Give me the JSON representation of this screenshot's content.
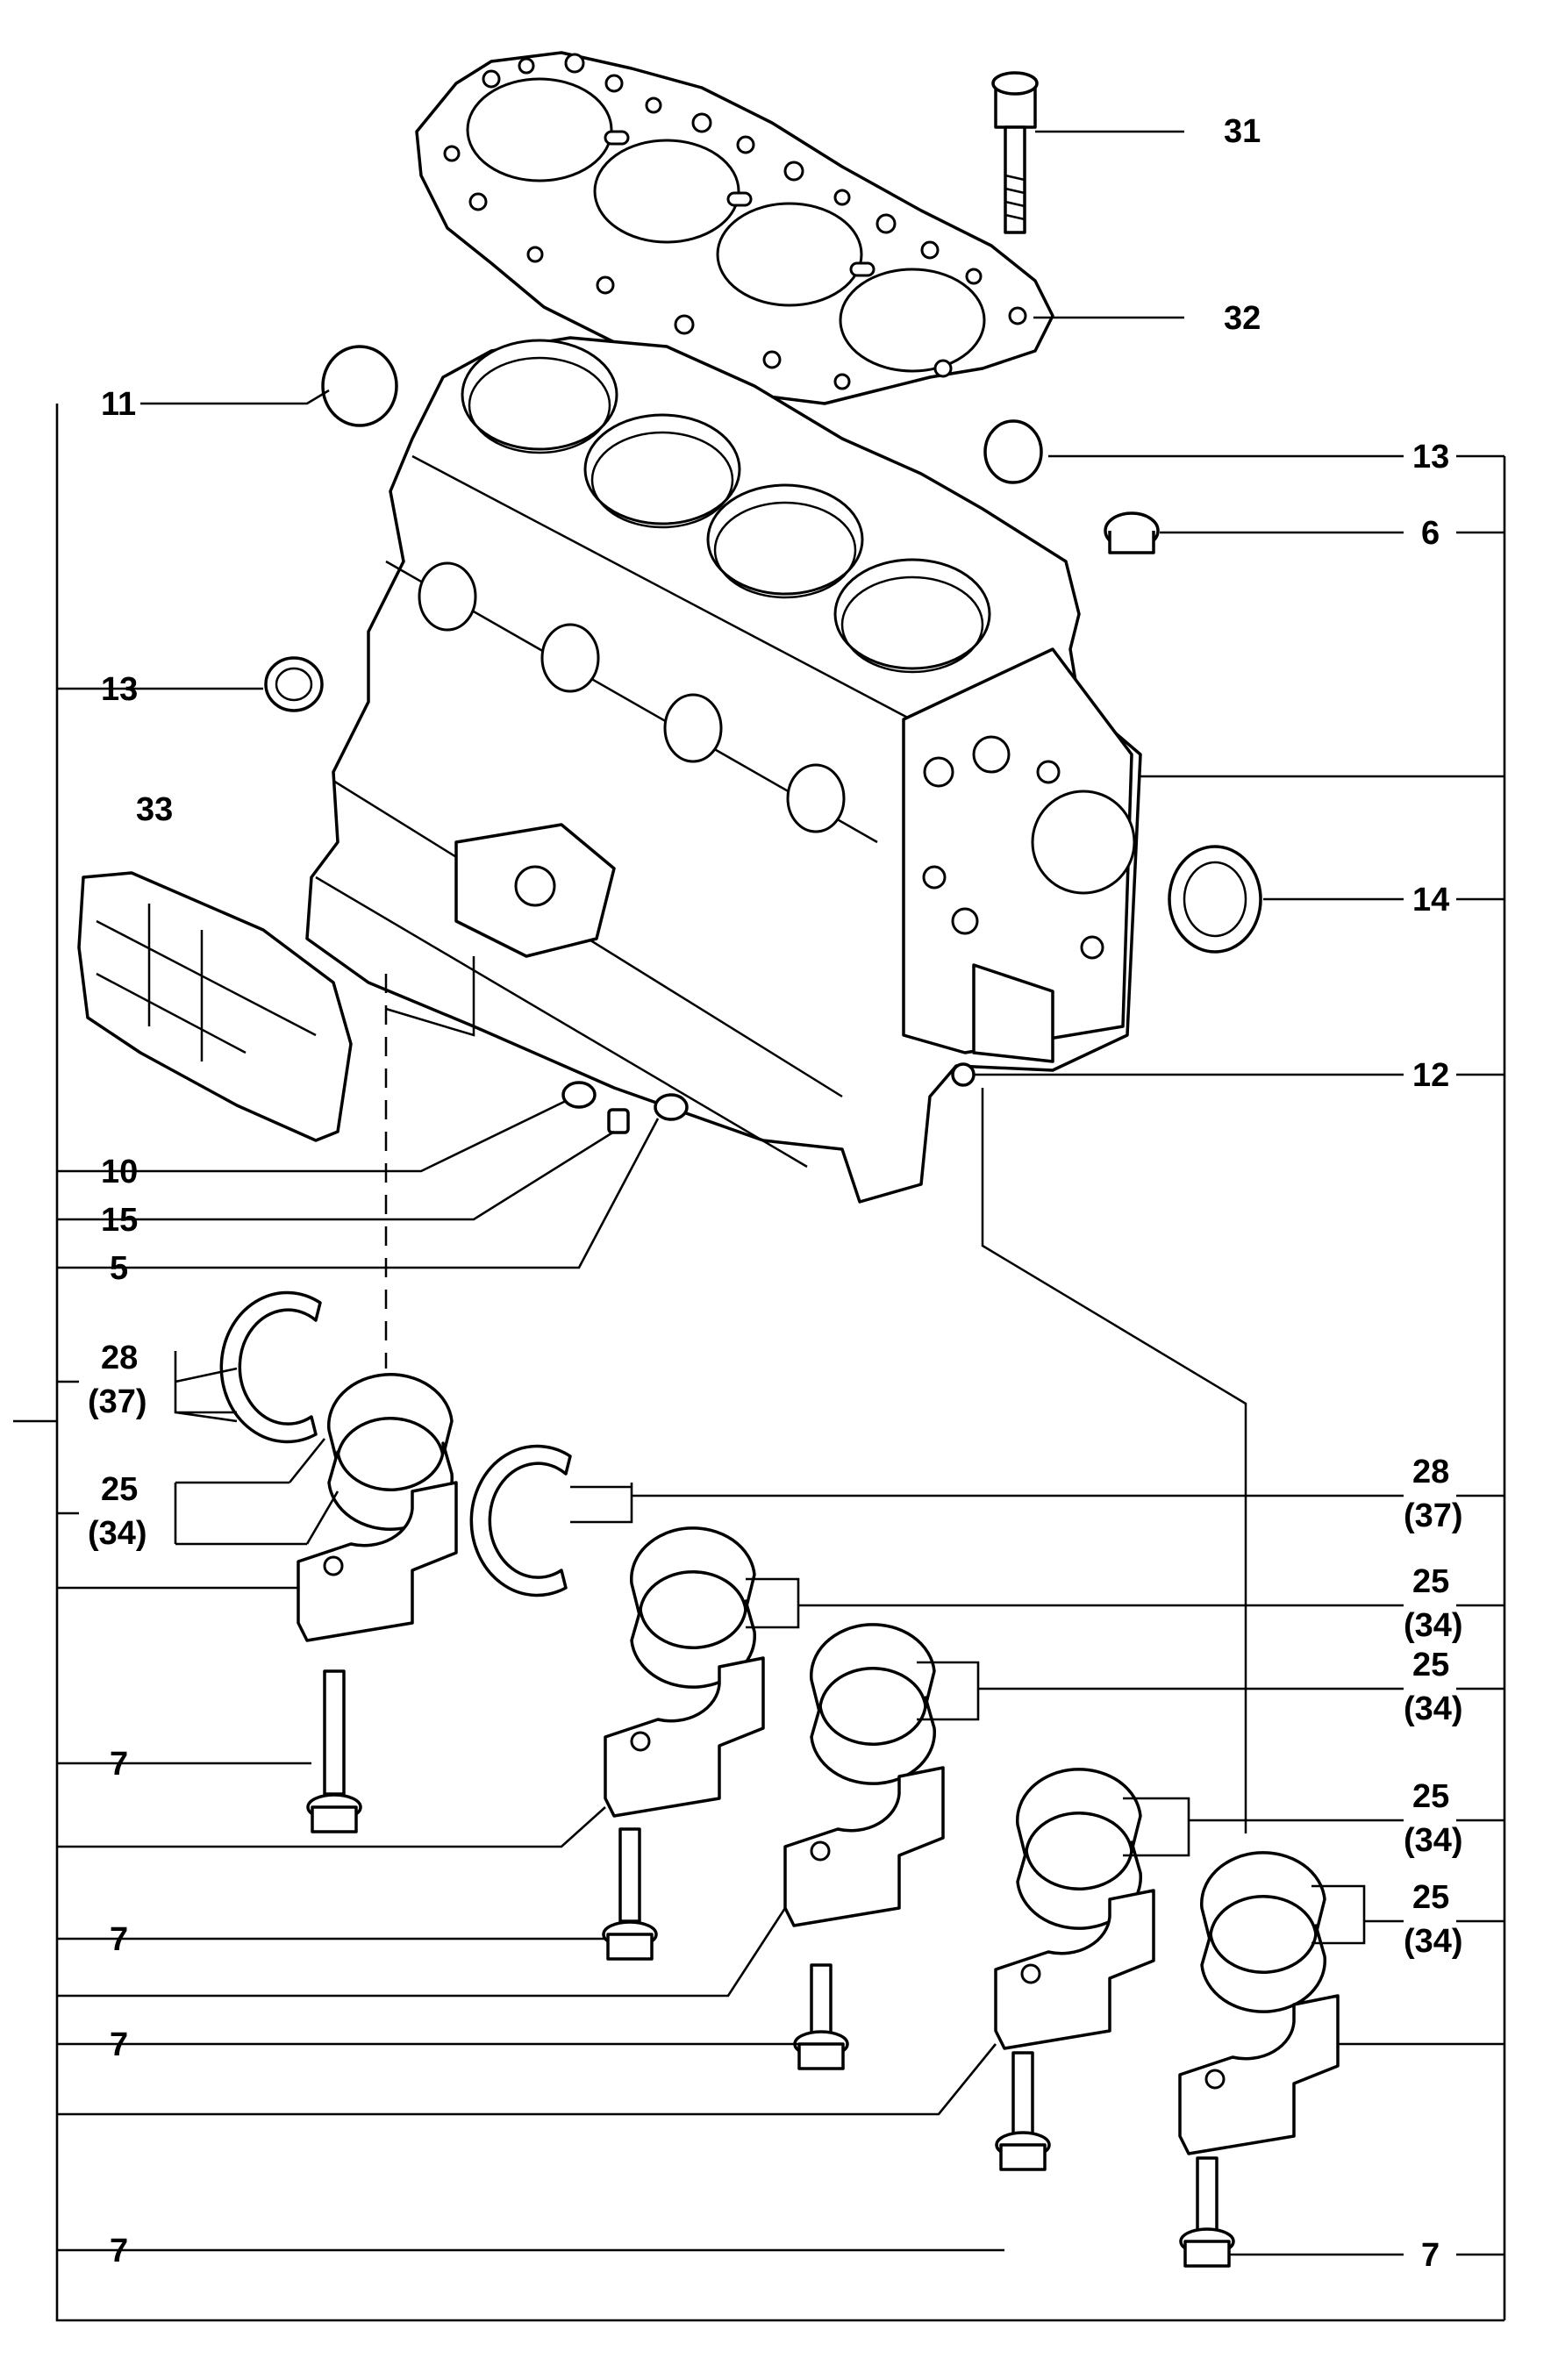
{
  "callouts": {
    "c31": "31",
    "c32": "32",
    "c11": "11",
    "c13_right": "13",
    "c6": "6",
    "c13_left": "13",
    "c33": "33",
    "c14": "14",
    "c12": "12",
    "c10": "10",
    "c15": "15",
    "c5": "5",
    "c28_left": "28",
    "c37_left": "(37)",
    "c25_left": "25",
    "c34_left": "(34)",
    "c28_right": "28",
    "c37_right": "(37)",
    "c25_r1": "25",
    "c34_r1": "(34)",
    "c25_r2": "25",
    "c34_r2": "(34)",
    "c25_r3": "25",
    "c34_r3": "(34)",
    "c25_r4": "25",
    "c34_r4": "(34)",
    "c7_a": "7",
    "c7_b": "7",
    "c7_c": "7",
    "c7_d": "7",
    "c7_e": "7"
  }
}
